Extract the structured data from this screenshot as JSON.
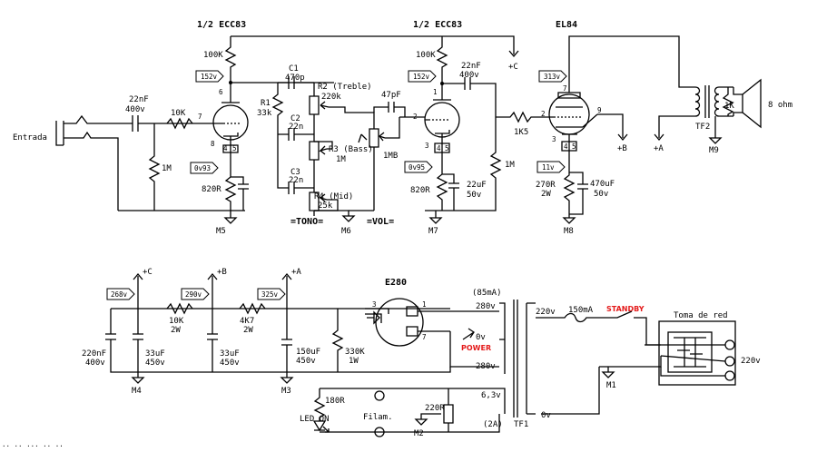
{
  "colors": {
    "ink": "#000000",
    "accent_red": "#e41b1b",
    "background": "#ffffff"
  },
  "tubes": {
    "v1a": "1/2 ECC83",
    "v1b": "1/2 ECC83",
    "power": "EL84",
    "rectifier": "E280"
  },
  "input": {
    "label": "Entrada"
  },
  "components": {
    "c_in": [
      "22nF",
      "400v"
    ],
    "r_grid1": "10K",
    "r_leak": "1M",
    "r_plate1": "100K",
    "r_k1": "820R",
    "r1": [
      "R1",
      "33k"
    ],
    "c1": [
      "C1",
      "470p"
    ],
    "c2": [
      "C2",
      "22n"
    ],
    "c3": [
      "C3",
      "22n"
    ],
    "r2": [
      "R2 (Treble)",
      "220k"
    ],
    "r3": [
      "R3 (Bass)",
      "1M"
    ],
    "r4": [
      "R4 (Mid)",
      "25k"
    ],
    "tono": "=TONO=",
    "vol": "=VOL=",
    "vol_pot": "1MB",
    "c_47p": "47pF",
    "r_plate2": "100K",
    "c_couple": [
      "22nF",
      "400v"
    ],
    "r_k2": "820R",
    "c_k2": [
      "22uF",
      "50v"
    ],
    "r_leak2": "1M",
    "r_stop": "1K5",
    "r_k3": [
      "270R",
      "2W"
    ],
    "c_k3": [
      "470uF",
      "50v"
    ],
    "r_tf2": "1K",
    "speaker": "8 ohm",
    "tf2": "TF2"
  },
  "voltages": {
    "v_152a": "152v",
    "v_093": "0v93",
    "v_152b": "152v",
    "v_095": "0v95",
    "v_313": "313v",
    "v_11": "11v",
    "v_268": "268v",
    "v_290": "290v",
    "v_325": "325v"
  },
  "pins": {
    "p6": "6",
    "p7": "7",
    "p8": "8",
    "p1": "1",
    "p2": "2",
    "p3": "3",
    "h1": "4",
    "h2": "5",
    "e7": "7",
    "e9": "9",
    "e2": "2",
    "e3": "3",
    "e45": "4 5",
    "r3": "3",
    "r1": "1",
    "r7": "7"
  },
  "nodes": {
    "plusA": "+A",
    "plusB": "+B",
    "plusC": "+C",
    "m4": "M4",
    "m3": "M3",
    "m5": "M5",
    "m6": "M6",
    "m7": "M7",
    "m8": "M8",
    "m9": "M9",
    "m1": "M1",
    "m2": "M2"
  },
  "supply": {
    "c_220n": [
      "220nF",
      "400v"
    ],
    "c_33a": [
      "33uF",
      "450v"
    ],
    "r_10k": [
      "10K",
      "2W"
    ],
    "c_33b": [
      "33uF",
      "450v"
    ],
    "r_4k7": [
      "4K7",
      "2W"
    ],
    "c_150": [
      "150uF",
      "450v"
    ],
    "r_330k": [
      "330K",
      "1W"
    ],
    "ma85": "(85mA)",
    "v280a": "280v",
    "v280b": "280v",
    "v220": "220v",
    "v0": "0v",
    "v63": "6,3v",
    "a2": "(2A)",
    "tf1": "TF1",
    "fuse": "150mA",
    "standby": "STANDBY",
    "power": "POWER",
    "toma": "Toma de red",
    "v220r": "220v",
    "r180": "180R",
    "r220": "220R",
    "led": "LED ON",
    "filam": "Filam."
  },
  "corner_text": "·· ·· ··· ·· ··"
}
